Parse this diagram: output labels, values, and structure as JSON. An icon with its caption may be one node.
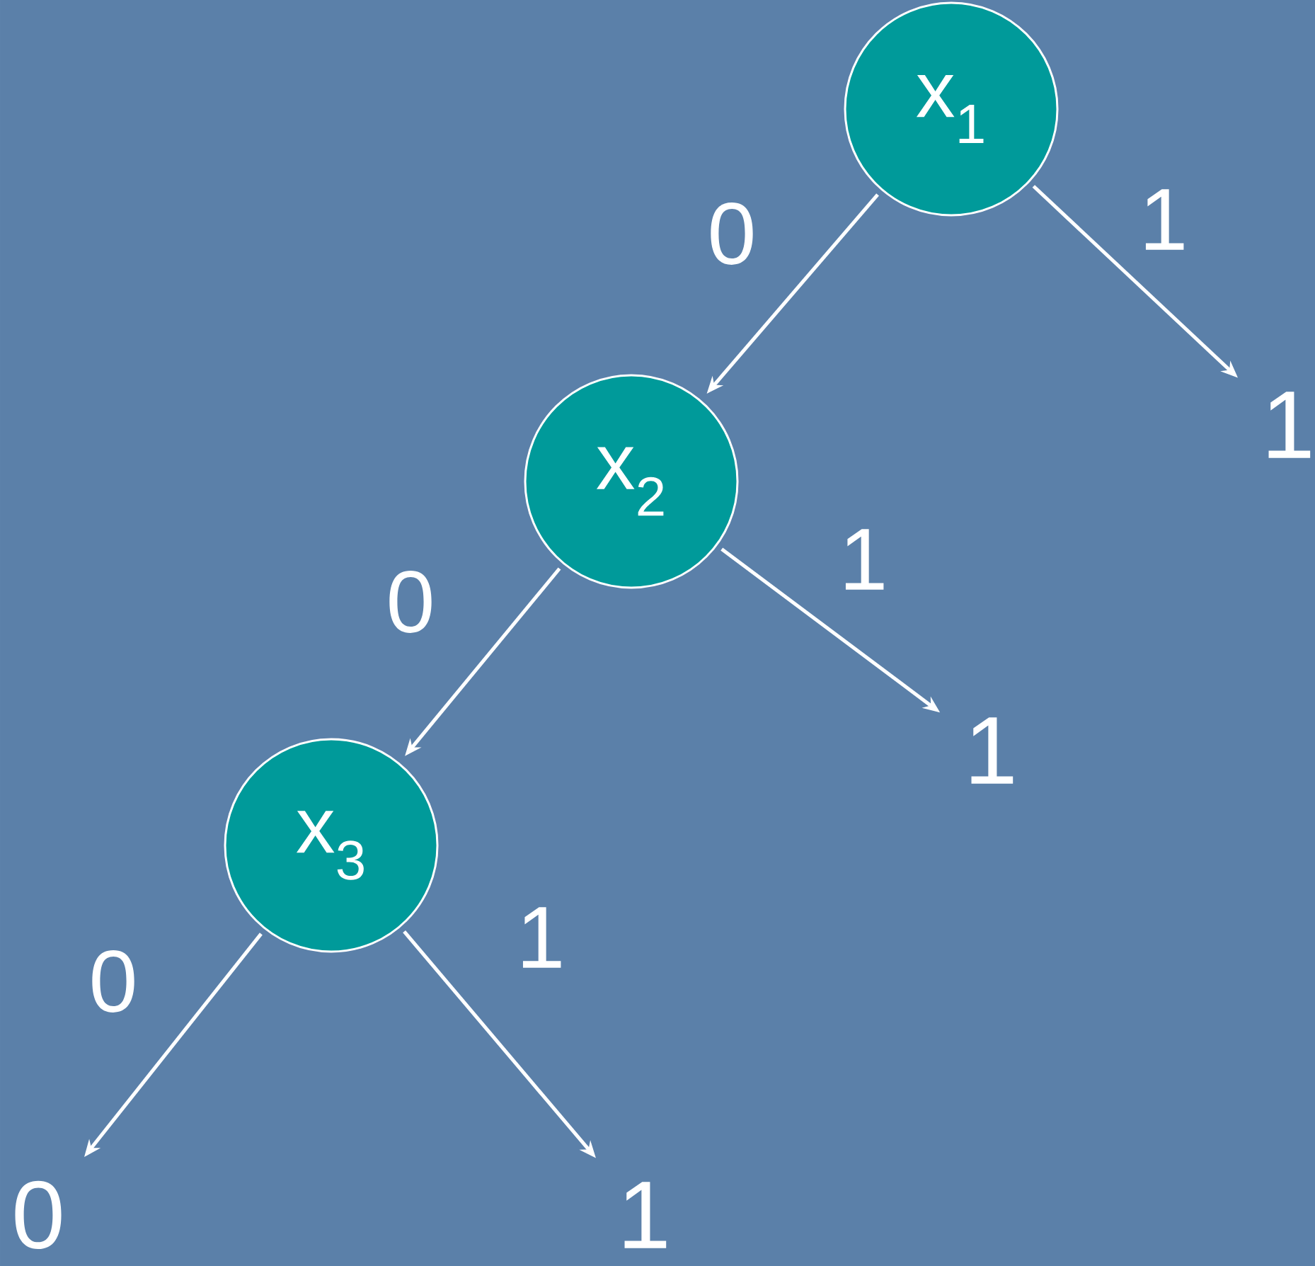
{
  "diagram": {
    "nodes": [
      {
        "text": [
          "x$_{1}$"
        ]
      },
      {
        "text": [
          "x$_{2}$"
        ]
      },
      {
        "text": [
          "1"
        ]
      },
      {
        "text": [
          "x$_{3}$"
        ]
      },
      {
        "text": [
          "1"
        ]
      },
      {
        "text": [
          "0"
        ]
      },
      {
        "text": [
          "1"
        ]
      }
    ],
    "edges": [
      {
        "from": 0,
        "to": 1,
        "arrow": "to",
        "label": "0"
      },
      {
        "from": 0,
        "to": 2,
        "arrow": "to",
        "label": "1"
      },
      {
        "from": 1,
        "to": 3,
        "arrow": "to",
        "label": "0"
      },
      {
        "from": 1,
        "to": 4,
        "arrow": "to",
        "label": "1"
      },
      {
        "from": 3,
        "to": 5,
        "arrow": "to",
        "label": "0"
      },
      {
        "from": 3,
        "to": 6,
        "arrow": "to",
        "label": "1"
      }
    ]
  }
}
